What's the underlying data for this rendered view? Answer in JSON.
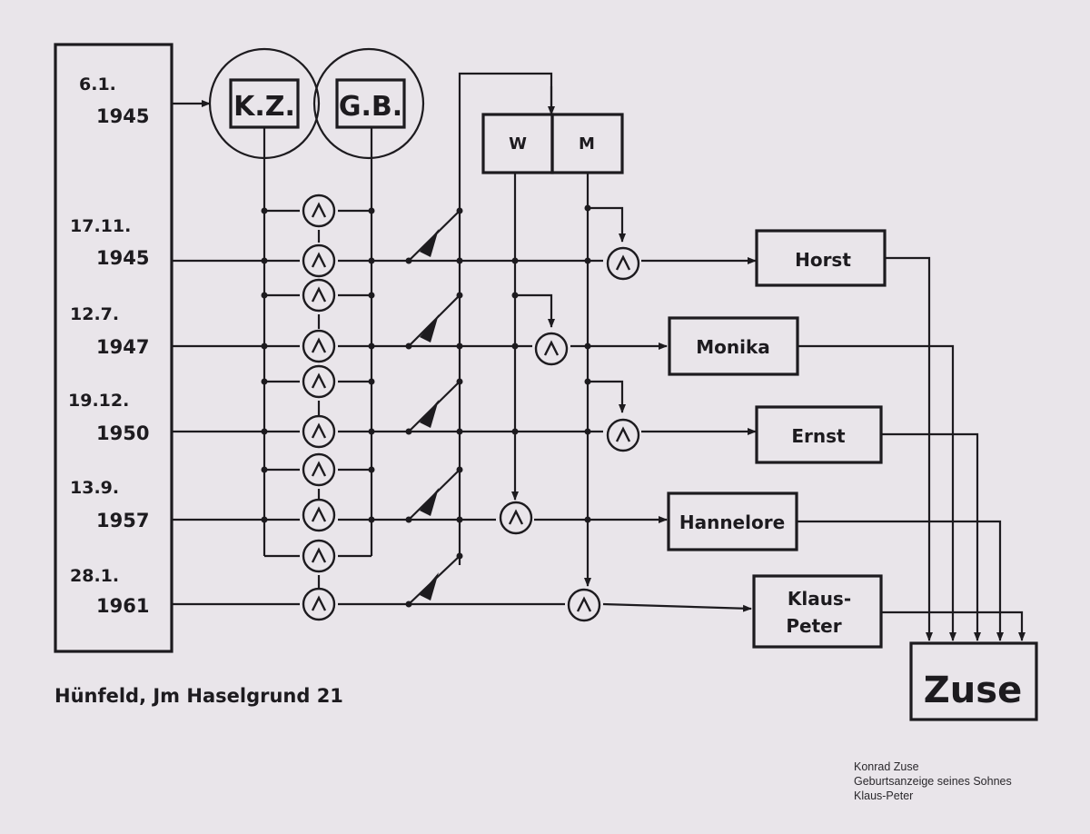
{
  "dates": [
    {
      "line1": "6.1.",
      "line2": "1945"
    },
    {
      "line1": "17.11.",
      "line2": "1945"
    },
    {
      "line1": "12.7.",
      "line2": "1947"
    },
    {
      "line1": "19.12.",
      "line2": "1950"
    },
    {
      "line1": "13.9.",
      "line2": "1957"
    },
    {
      "line1": "28.1.",
      "line2": "1961"
    }
  ],
  "parents": {
    "left": "K.Z.",
    "right": "G.B."
  },
  "wm": {
    "w": "W",
    "m": "M"
  },
  "children": [
    {
      "name": "Horst"
    },
    {
      "name": "Monika"
    },
    {
      "name": "Ernst"
    },
    {
      "name": "Hannelore"
    },
    {
      "name": "Klaus-",
      "name2": "Peter"
    }
  ],
  "and_gate_symbol": "^",
  "output": "Zuse",
  "address": "Hünfeld, Jm Haselgrund 21",
  "caption": [
    "Konrad Zuse",
    "Geburtsanzeige seines Sohnes",
    "Klaus-Peter"
  ]
}
